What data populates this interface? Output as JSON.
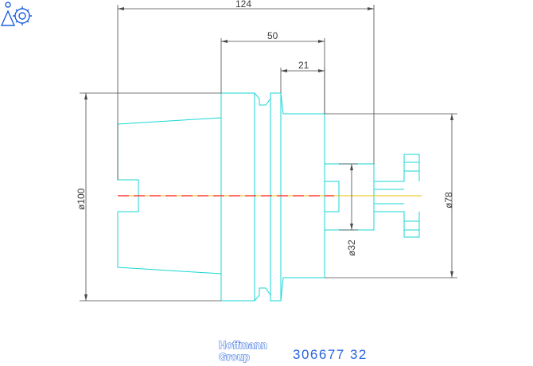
{
  "drawing": {
    "dimensions": {
      "overall_length": "124",
      "flange_length": "50",
      "shank_length": "21",
      "diameter_flange": "ø100",
      "diameter_body": "ø78",
      "diameter_shank": "ø32"
    },
    "colors": {
      "outline": "#1ad6d6",
      "dimension": "#3a3a3a",
      "centerline_red": "#ff3b3b",
      "centerline_yellow": "#e8c200",
      "brand": "#1f5fe0"
    }
  },
  "footer": {
    "logo_icon": "hoffmann-group-logo-icon",
    "logo_line1": "Hoffmann",
    "logo_line2": "Group",
    "part_number": "306677  32"
  }
}
